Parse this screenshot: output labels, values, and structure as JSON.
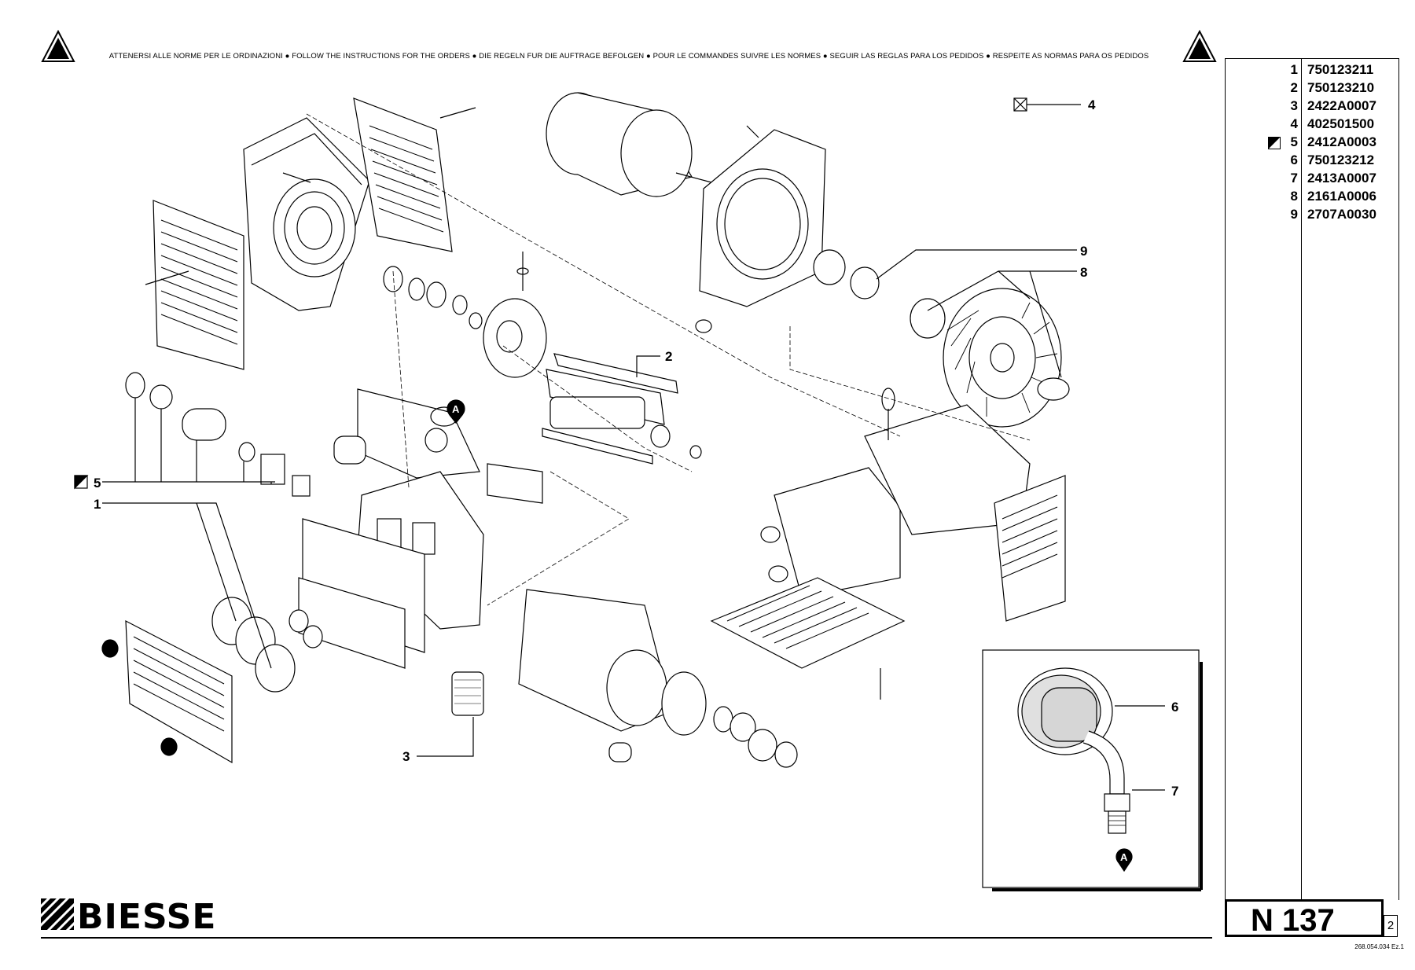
{
  "header": {
    "instructions": "ATTENERSI ALLE NORME PER LE ORDINAZIONI  ●  FOLLOW THE INSTRUCTIONS FOR THE ORDERS  ●  DIE REGELN FUR DIE AUFTRAGE BEFOLGEN  ●  POUR LE COMMANDES SUIVRE LES NORMES  ●  SEGUIR LAS REGLAS PARA LOS PEDIDOS  ●  RESPEITE AS NORMAS PARA OS PEDIDOS"
  },
  "parts_list": [
    {
      "num": "1",
      "code": "750123211"
    },
    {
      "num": "2",
      "code": "750123210"
    },
    {
      "num": "3",
      "code": "2422A0007"
    },
    {
      "num": "4",
      "code": "402501500"
    },
    {
      "num": "5",
      "code": "2412A0003",
      "marked": true
    },
    {
      "num": "6",
      "code": "750123212"
    },
    {
      "num": "7",
      "code": "2413A0007"
    },
    {
      "num": "8",
      "code": "2161A0006"
    },
    {
      "num": "9",
      "code": "2707A0030"
    }
  ],
  "callouts": {
    "c1": "1",
    "c2": "2",
    "c3": "3",
    "c4": "4",
    "c5": "5",
    "c6": "6",
    "c7": "7",
    "c8": "8",
    "c9": "9",
    "ref_a": "A"
  },
  "table_code": "N 137",
  "sheet_number": "2",
  "doc_reference": "268.054.034 Ez.1",
  "logo": {
    "text": "BIESSE"
  }
}
